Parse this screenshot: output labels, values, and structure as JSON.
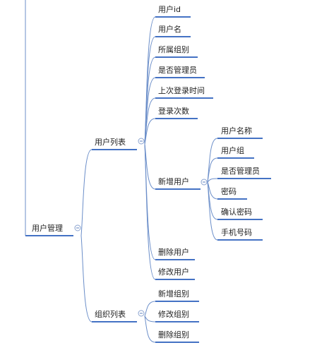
{
  "colors": {
    "line": "#4472c4",
    "connector": "#6b8ec9",
    "text": "#222222"
  },
  "mindmap": {
    "root": {
      "label": "用户管理",
      "toggle": "collapse-icon"
    },
    "user_list": {
      "label": "用户列表",
      "toggle": "collapse-icon"
    },
    "user_list_items": [
      {
        "label": "用户id"
      },
      {
        "label": "用户名"
      },
      {
        "label": "所属组别"
      },
      {
        "label": "是否管理员"
      },
      {
        "label": "上次登录时间"
      },
      {
        "label": "登录次数"
      }
    ],
    "add_user": {
      "label": "新增用户",
      "toggle": "collapse-icon"
    },
    "add_user_items": [
      {
        "label": "用户名称"
      },
      {
        "label": "用户组"
      },
      {
        "label": "是否管理员"
      },
      {
        "label": "密码"
      },
      {
        "label": "确认密码"
      },
      {
        "label": "手机号码"
      }
    ],
    "user_list_tail": [
      {
        "label": "删除用户"
      },
      {
        "label": "修改用户"
      }
    ],
    "org_list": {
      "label": "组织列表",
      "toggle": "collapse-icon"
    },
    "org_list_items": [
      {
        "label": "新增组别"
      },
      {
        "label": "修改组别"
      },
      {
        "label": "删除组别"
      }
    ]
  }
}
